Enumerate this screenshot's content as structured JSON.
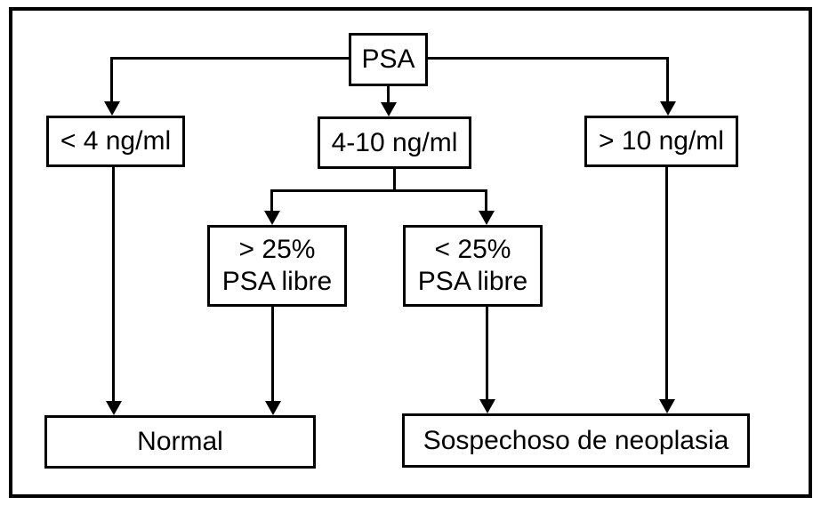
{
  "diagram": {
    "type": "flowchart",
    "language": "es",
    "topic": "PSA diagnostic algorithm",
    "colors": {
      "line": "#000000",
      "background": "#ffffff",
      "text": "#000000"
    },
    "nodes": {
      "root": {
        "label": "PSA"
      },
      "lt4": {
        "label": "< 4 ng/ml"
      },
      "mid": {
        "label": "4-10 ng/ml"
      },
      "gt10": {
        "label": "> 10 ng/ml"
      },
      "gt25": {
        "line1": "> 25%",
        "line2": "PSA libre"
      },
      "lt25": {
        "line1": "< 25%",
        "line2": "PSA libre"
      },
      "normal": {
        "label": "Normal"
      },
      "suspicious": {
        "label": "Sospechoso de neoplasia"
      }
    },
    "edges": [
      {
        "from": "root",
        "to": "lt4"
      },
      {
        "from": "root",
        "to": "mid"
      },
      {
        "from": "root",
        "to": "gt10"
      },
      {
        "from": "mid",
        "to": "gt25"
      },
      {
        "from": "mid",
        "to": "lt25"
      },
      {
        "from": "lt4",
        "to": "normal"
      },
      {
        "from": "gt25",
        "to": "normal"
      },
      {
        "from": "lt25",
        "to": "suspicious"
      },
      {
        "from": "gt10",
        "to": "suspicious"
      }
    ]
  }
}
